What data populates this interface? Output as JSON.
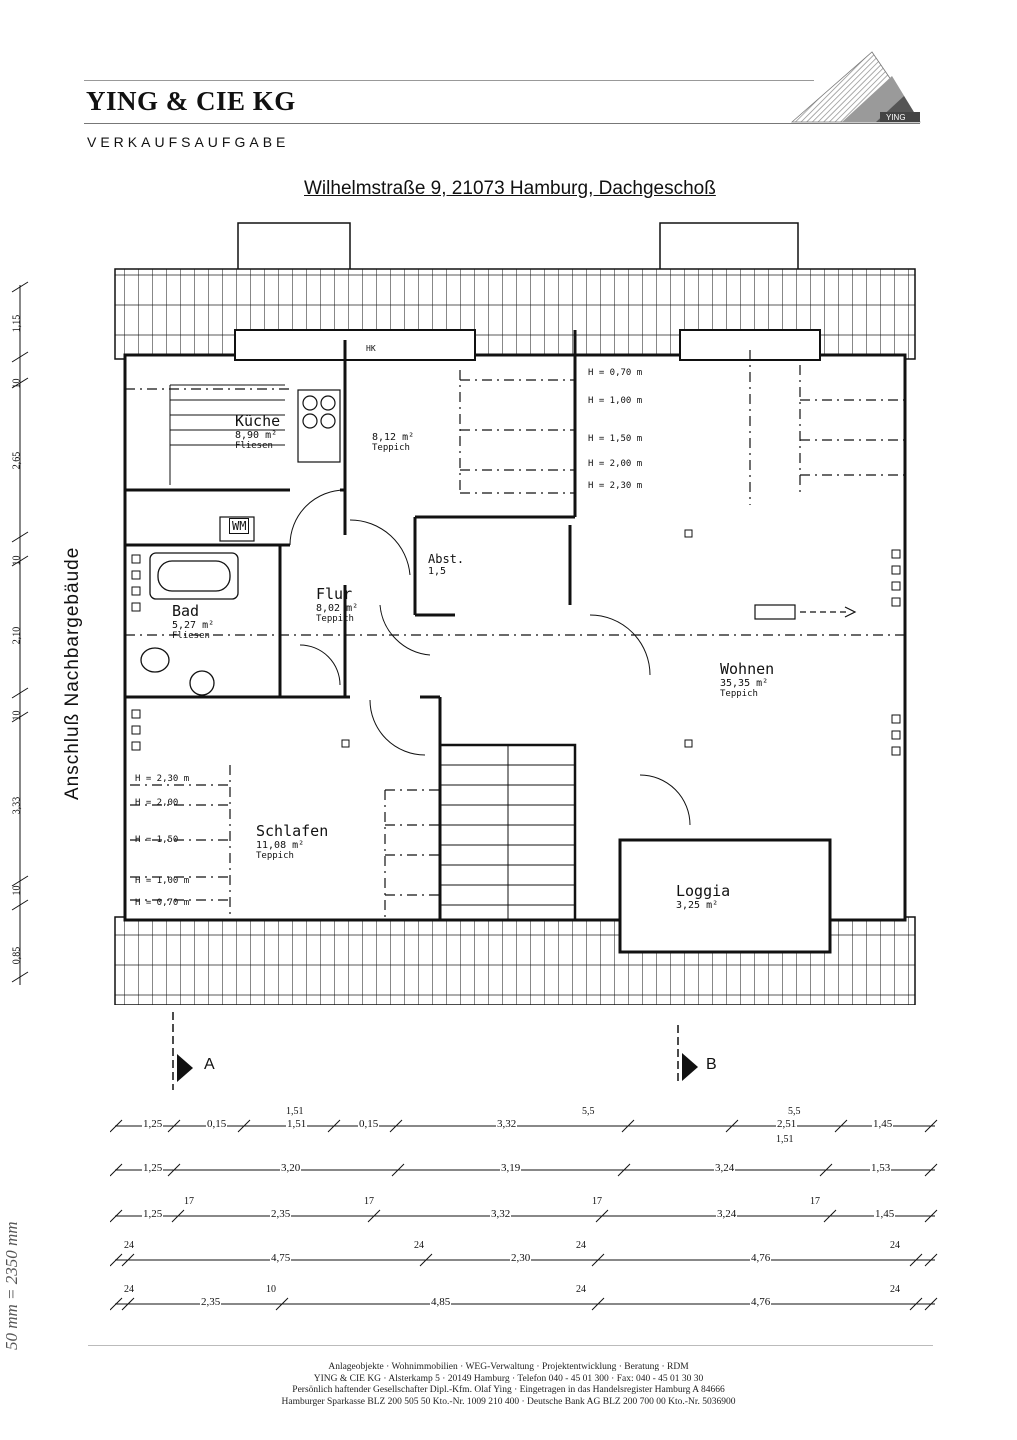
{
  "header": {
    "company": "YING & CIE KG",
    "subtitle": "VERKAUFSAUFGABE",
    "logo_text": "YING"
  },
  "plan": {
    "title": "Wilhelmstraße 9, 21073 Hamburg, Dachgeschoß",
    "side_label": "Anschluß Nachbargebäude",
    "rooms": [
      {
        "name": "Küche",
        "area": "8,90 m²",
        "floor": "Fliesen"
      },
      {
        "name": "",
        "area": "8,12 m²",
        "floor": "Teppich"
      },
      {
        "name": "Abst.",
        "area": "1,5",
        "floor": ""
      },
      {
        "name": "Bad",
        "area": "5,27 m²",
        "floor": "Fliesen"
      },
      {
        "name": "Flur",
        "area": "8,02 m²",
        "floor": "Teppich"
      },
      {
        "name": "Wohnen",
        "area": "35,35 m²",
        "floor": "Teppich"
      },
      {
        "name": "Schlafen",
        "area": "11,08 m²",
        "floor": "Teppich"
      },
      {
        "name": "Loggia",
        "area": "3,25 m²",
        "floor": ""
      }
    ],
    "wm_label": "WM",
    "hk_label": "HK",
    "heights_right": [
      "H = 0,70 m",
      "H = 1,00 m",
      "H = 1,50 m",
      "H = 2,00 m",
      "H = 2,30 m"
    ],
    "heights_left": [
      "H = 2,30 m",
      "H = 2,00",
      "H = 1,50",
      "H = 1,00 m",
      "H = 0,70 m"
    ],
    "section_a": "A",
    "section_b": "B",
    "left_dims": [
      "1,15",
      "10",
      "2,65",
      "10",
      "2,10",
      "10",
      "3,33",
      "10",
      "0,85"
    ]
  },
  "dimensions": {
    "row1": [
      "1,25",
      "0,15",
      "1,51",
      "0,15",
      "3,32",
      "2,51",
      "1,45"
    ],
    "row1_small": [
      "1,51",
      "5,5",
      "5,5",
      "1,51"
    ],
    "row2": [
      "1,25",
      "3,20",
      "3,19",
      "3,24",
      "1,53"
    ],
    "row3": [
      "1,25",
      "2,35",
      "3,32",
      "3,24",
      "1,45"
    ],
    "row3_small": [
      "17",
      "17",
      "17",
      "17"
    ],
    "row4": [
      "4,75",
      "2,30",
      "4,76"
    ],
    "row4_small": [
      "24",
      "24",
      "24",
      "24"
    ],
    "row5": [
      "2,35",
      "4,85",
      "4,76"
    ],
    "row5_small": [
      "24",
      "10",
      "24",
      "24"
    ]
  },
  "footer": {
    "line1": "Anlageobjekte · Wohnimmobilien · WEG-Verwaltung · Projektentwicklung · Beratung · RDM",
    "line2": "YING & CIE KG · Alsterkamp 5 · 20149 Hamburg · Telefon 040 - 45 01 300 · Fax: 040 - 45 01 30 30",
    "line3": "Persönlich haftender Gesellschafter Dipl.-Kfm. Olaf Ying · Eingetragen in das Handelsregister Hamburg A 84666",
    "line4": "Hamburger Sparkasse BLZ 200 505 50 Kto.-Nr. 1009 210 400 · Deutsche Bank AG BLZ 200 700 00 Kto.-Nr. 5036900"
  },
  "margin_note": "50 mm = 2350 mm"
}
